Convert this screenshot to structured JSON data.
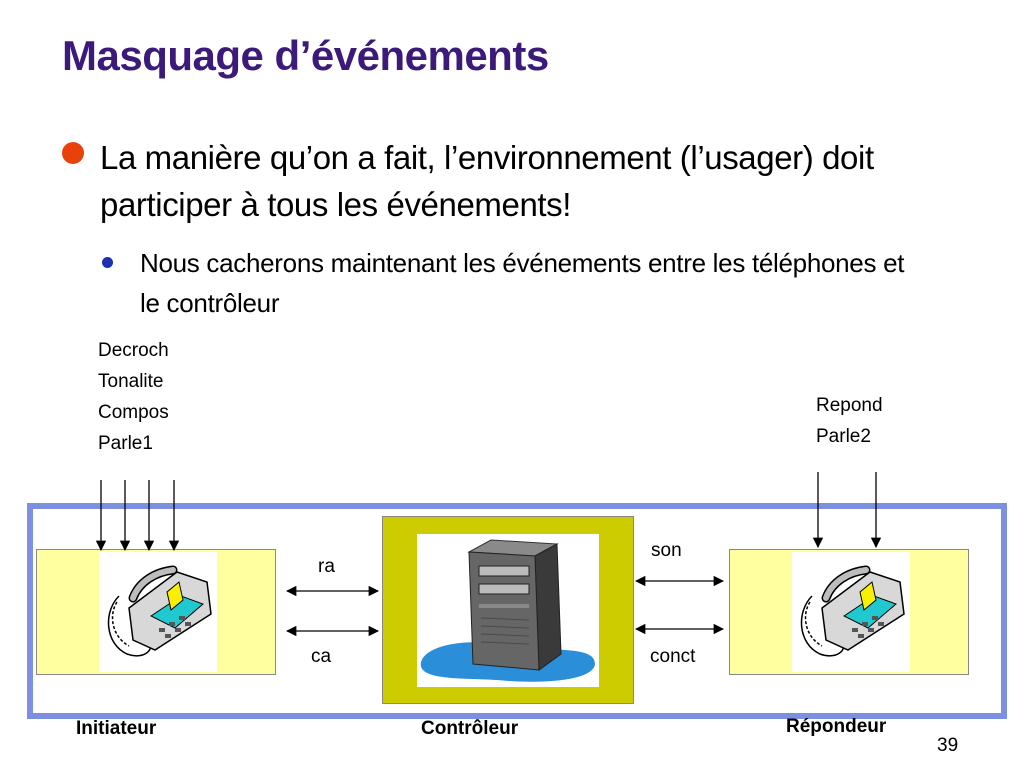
{
  "slide": {
    "title": "Masquage d’événements",
    "bullet1": "La manière qu’on a fait, l’environnement (l’usager) doit participer à tous les événements!",
    "bullet2": "Nous cacherons maintenant les événements entre les téléphones et le contrôleur",
    "page_number": "39"
  },
  "diagram": {
    "initiator_events": [
      "Decroch",
      "Tonalite",
      "Compos",
      "Parle1"
    ],
    "responder_events": [
      "Repond",
      "Parle2"
    ],
    "left_messages": {
      "top": "ra",
      "bottom": "ca"
    },
    "right_messages": {
      "top": "son",
      "bottom": "conct"
    },
    "labels": {
      "initiator": "Initiateur",
      "controller": "Contrôleur",
      "responder": "Répondeur"
    },
    "colors": {
      "title": "#3c1a7a",
      "bullet_main": "#e8420a",
      "bullet_sub": "#1e2fb0",
      "frame": "#7c8fe0",
      "phone_box": "#ffffa0",
      "controller_box": "#cccc00"
    },
    "icons": [
      "telephone-icon",
      "server-tower-icon",
      "telephone-icon"
    ]
  }
}
